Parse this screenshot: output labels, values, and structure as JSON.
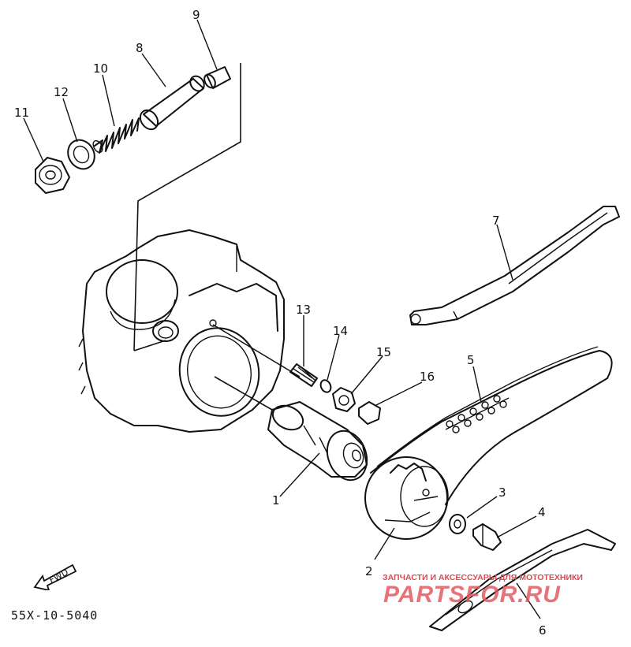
{
  "diagram": {
    "part_code": "55X-10-5040",
    "fwd_label": "FWD",
    "watermark": {
      "caption": "ЗАПЧАСТИ И АКСЕССУАРЫ ДЛЯ МОТОТЕХНИКИ",
      "brand": "PARTSFOR.RU"
    },
    "callouts": [
      "1",
      "2",
      "3",
      "4",
      "5",
      "6",
      "7",
      "8",
      "9",
      "10",
      "11",
      "12",
      "13",
      "14",
      "15",
      "16"
    ]
  }
}
